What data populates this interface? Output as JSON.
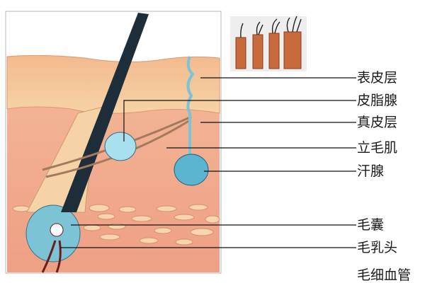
{
  "labels": {
    "epidermis": "表皮层",
    "sebaceous_gland": "皮脂腺",
    "dermis": "真皮层",
    "arrector_pili": "立毛肌",
    "sweat_gland": "汗腺",
    "hair_follicle": "毛囊",
    "dermal_papilla": "毛乳头",
    "capillaries": "毛细血管"
  },
  "colors": {
    "epidermis": "#f5c9a0",
    "dermis": "#f0a889",
    "fat": "#f7c9a6",
    "hair": "#1d2e3a",
    "gland": "#8fd3e8",
    "line": "#111111"
  }
}
